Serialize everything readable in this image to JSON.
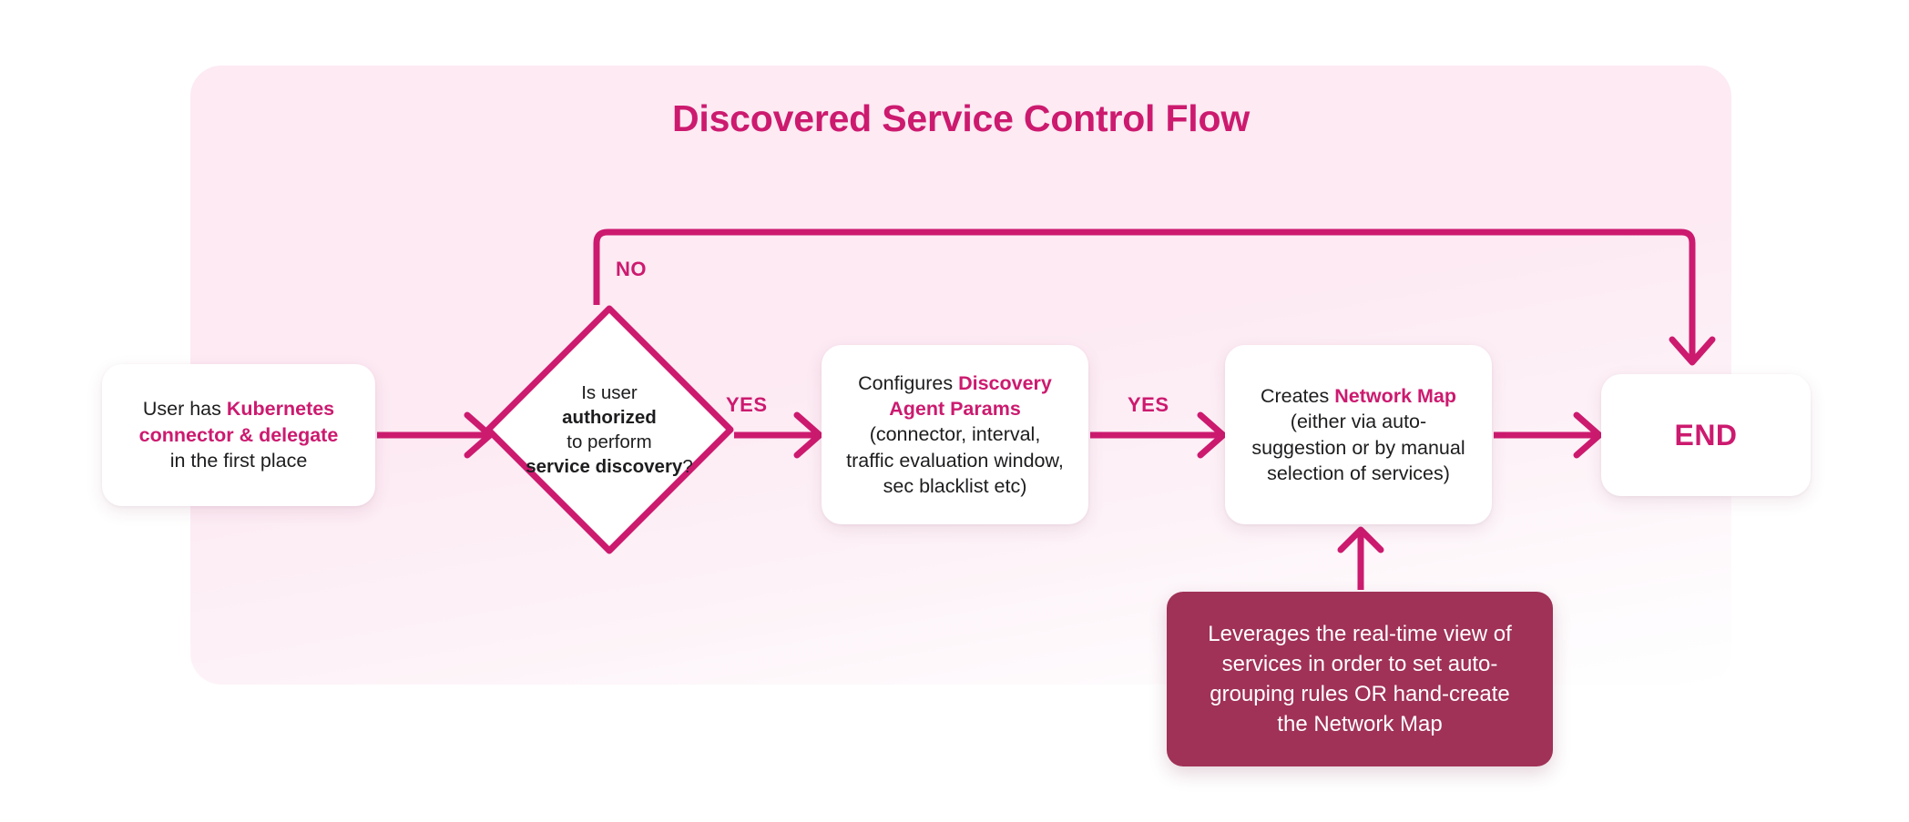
{
  "diagram": {
    "title": "Discovered Service Control Flow",
    "accent_color": "#cc1a6f",
    "panel_color": "#fdeaf3",
    "note_color": "#a03157",
    "text_color": "#1d1d1f",
    "node_fill": "#ffffff"
  },
  "nodes": {
    "start": {
      "type": "process",
      "lines": [
        {
          "segments": [
            {
              "text": "User has ",
              "bold": false
            },
            {
              "text": "Kubernetes",
              "bold": true
            }
          ]
        },
        {
          "segments": [
            {
              "text": "connector & delegate",
              "bold": true
            }
          ]
        },
        {
          "segments": [
            {
              "text": "in the first place",
              "bold": false
            }
          ]
        }
      ],
      "plain_text": "User has Kubernetes connector & delegate in the first place"
    },
    "decision": {
      "type": "decision",
      "lines": [
        {
          "segments": [
            {
              "text": "Is user",
              "bold": false
            }
          ]
        },
        {
          "segments": [
            {
              "text": "authorized",
              "bold": true
            }
          ]
        },
        {
          "segments": [
            {
              "text": "to perform",
              "bold": false
            }
          ]
        },
        {
          "segments": [
            {
              "text": "service discovery",
              "bold": true
            },
            {
              "text": "?",
              "bold": false
            }
          ]
        }
      ],
      "plain_text": "Is user authorized to perform service discovery?"
    },
    "config": {
      "type": "process",
      "lines": [
        {
          "segments": [
            {
              "text": "Configures ",
              "bold": false
            },
            {
              "text": "Discovery",
              "bold": true
            }
          ]
        },
        {
          "segments": [
            {
              "text": "Agent Params",
              "bold": true
            }
          ]
        },
        {
          "segments": [
            {
              "text": "(connector, interval,",
              "bold": false
            }
          ]
        },
        {
          "segments": [
            {
              "text": "traffic evaluation window,",
              "bold": false
            }
          ]
        },
        {
          "segments": [
            {
              "text": "sec blacklist etc)",
              "bold": false
            }
          ]
        }
      ],
      "plain_text": "Configures Discovery Agent Params (connector, interval, traffic evaluation window, sec blacklist etc)"
    },
    "map": {
      "type": "process",
      "lines": [
        {
          "segments": [
            {
              "text": "Creates ",
              "bold": false
            },
            {
              "text": "Network Map",
              "bold": true
            }
          ]
        },
        {
          "segments": [
            {
              "text": "(either via auto-",
              "bold": false
            }
          ]
        },
        {
          "segments": [
            {
              "text": "suggestion or by manual",
              "bold": false
            }
          ]
        },
        {
          "segments": [
            {
              "text": "selection of services)",
              "bold": false
            }
          ]
        }
      ],
      "plain_text": "Creates Network Map (either via auto-suggestion or by manual selection of services)"
    },
    "end": {
      "type": "terminal",
      "label": "END"
    },
    "note": {
      "type": "annotation",
      "lines": [
        "Leverages the real-time view of",
        "services in order to set auto-",
        "grouping rules OR hand-create",
        "the Network Map"
      ],
      "plain_text": "Leverages the real-time view of services in order to set auto-grouping rules OR hand-create the Network Map"
    }
  },
  "edges": [
    {
      "id": "start-to-decision",
      "from": "start",
      "to": "decision",
      "label": ""
    },
    {
      "id": "decision-yes-to-config",
      "from": "decision",
      "to": "config",
      "label": "YES"
    },
    {
      "id": "config-yes-to-map",
      "from": "config",
      "to": "map",
      "label": "YES"
    },
    {
      "id": "map-to-end",
      "from": "map",
      "to": "end",
      "label": ""
    },
    {
      "id": "decision-no-to-end",
      "from": "decision",
      "to": "end",
      "label": "NO"
    },
    {
      "id": "note-to-map",
      "from": "note",
      "to": "map",
      "label": ""
    }
  ],
  "edge_labels": {
    "no": "NO",
    "yes_1": "YES",
    "yes_2": "YES"
  }
}
